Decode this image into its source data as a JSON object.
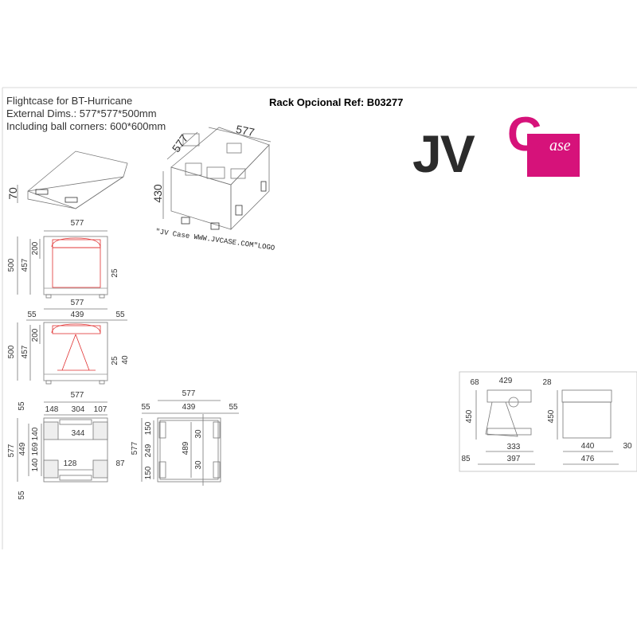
{
  "header": {
    "title": "Flightcase for BT-Hurricane",
    "external_dims": "External Dims.: 577*577*500mm",
    "ball_corners": "Including ball corners: 600*600mm",
    "rack_ref": "Rack Opcional Ref: B03277"
  },
  "logo": {
    "jv": "JV",
    "c": "C",
    "ase": "ase",
    "brand_color": "#d6127a"
  },
  "iso": {
    "lid_height": "70",
    "width": "577",
    "depth": "577",
    "height": "430",
    "tagline": "\"JV Case WWW.JVCASE.COM\"LOGO"
  },
  "front1": {
    "width": "577",
    "h500": "500",
    "h457": "457",
    "h200": "200",
    "h25": "25"
  },
  "front2": {
    "width": "577",
    "left": "55",
    "inner": "439",
    "right": "55",
    "h500": "500",
    "h457": "457",
    "h200": "200",
    "h25": "25",
    "h40": "40"
  },
  "top1": {
    "width": "577",
    "a148": "148",
    "a304": "304",
    "a107": "107",
    "top55": "55",
    "a344": "344",
    "b140a": "140",
    "b169": "169",
    "b140b": "140",
    "b449": "449",
    "b577": "577",
    "a128": "128",
    "a87": "87",
    "bottom55": "55"
  },
  "top2": {
    "width": "577",
    "left": "55",
    "inner": "439",
    "right": "55",
    "c150a": "150",
    "c249": "249",
    "c150b": "150",
    "c577": "577",
    "c489": "489",
    "c30a": "30",
    "c30b": "30"
  },
  "rack": {
    "r68": "68",
    "r429": "429",
    "r28": "28",
    "r450a": "450",
    "r333": "333",
    "r85": "85",
    "r397": "397",
    "r450b": "450",
    "r440": "440",
    "r30": "30",
    "r476": "476"
  }
}
